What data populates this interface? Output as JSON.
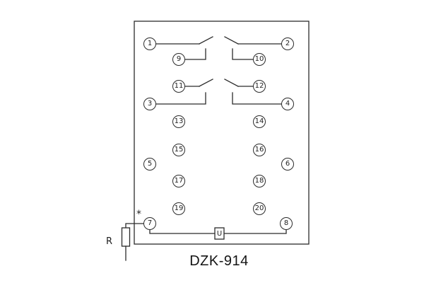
{
  "title": "DZK-914",
  "labels": {
    "resistor": "R",
    "component": "U",
    "polarity_mark": "*"
  },
  "terminals": {
    "t1": "1",
    "t2": "2",
    "t3": "3",
    "t4": "4",
    "t5": "5",
    "t6": "6",
    "t7": "7",
    "t8": "8",
    "t9": "9",
    "t10": "10",
    "t11": "11",
    "t12": "12",
    "t13": "13",
    "t14": "14",
    "t15": "15",
    "t16": "16",
    "t17": "17",
    "t18": "18",
    "t19": "19",
    "t20": "20"
  }
}
